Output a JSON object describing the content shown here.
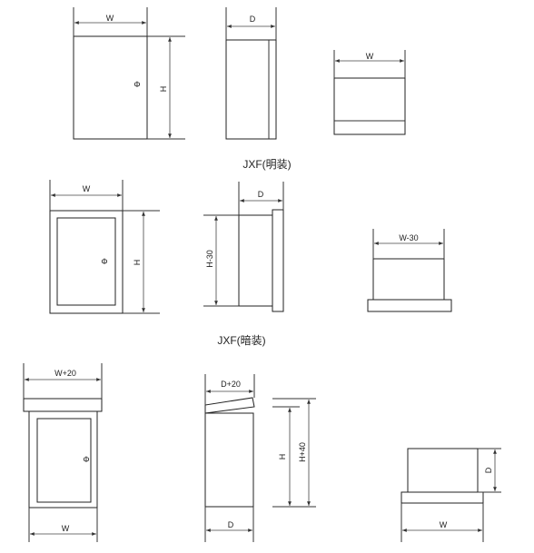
{
  "captions": {
    "surface_mount": "JXF(明装)",
    "flush_mount": "JXF(暗装)"
  },
  "row1": {
    "front_width": "W",
    "front_height": "H",
    "side_depth": "D",
    "top_width": "W"
  },
  "row2": {
    "front_width": "W",
    "front_height": "H",
    "side_depth": "D",
    "side_height": "H-30",
    "top_width": "W-30"
  },
  "row3": {
    "front_top_width": "W+20",
    "front_bottom_width": "W",
    "side_top_depth": "D+20",
    "side_bottom_depth": "D",
    "side_height": "H",
    "side_total_height": "H+40",
    "top_depth": "D",
    "top_width": "W"
  },
  "symbols": {
    "lock": "Φ"
  }
}
